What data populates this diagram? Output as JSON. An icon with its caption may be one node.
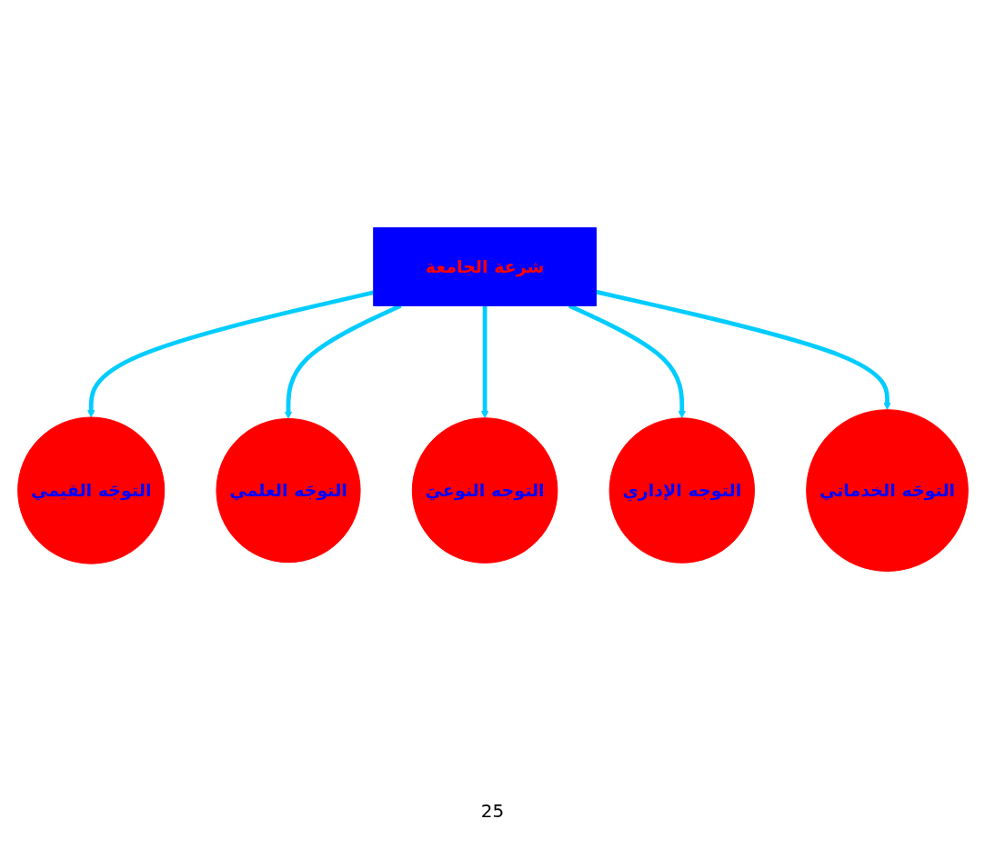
{
  "diagram": {
    "nodes": [
      {
        "text": [
          "التوجَه القيمي"
        ]
      },
      {
        "text": [
          "التوجَه العلمي"
        ]
      },
      {
        "text": [
          "التوجه النوعيَ"
        ]
      },
      {
        "text": [
          "شرعة الجامعة"
        ]
      },
      {
        "text": [
          "التوجه الإداري"
        ]
      },
      {
        "text": [
          "التوجَه الخدماتي"
        ]
      }
    ],
    "edges": [
      {
        "from": 3,
        "to": 0,
        "arrow": "to"
      },
      {
        "from": 3,
        "to": 1,
        "arrow": "to"
      },
      {
        "from": 3,
        "to": 2,
        "arrow": "to"
      },
      {
        "from": 3,
        "to": 4,
        "arrow": "to"
      },
      {
        "from": 3,
        "to": 5,
        "arrow": "to"
      }
    ],
    "labels": [
      "25"
    ]
  }
}
